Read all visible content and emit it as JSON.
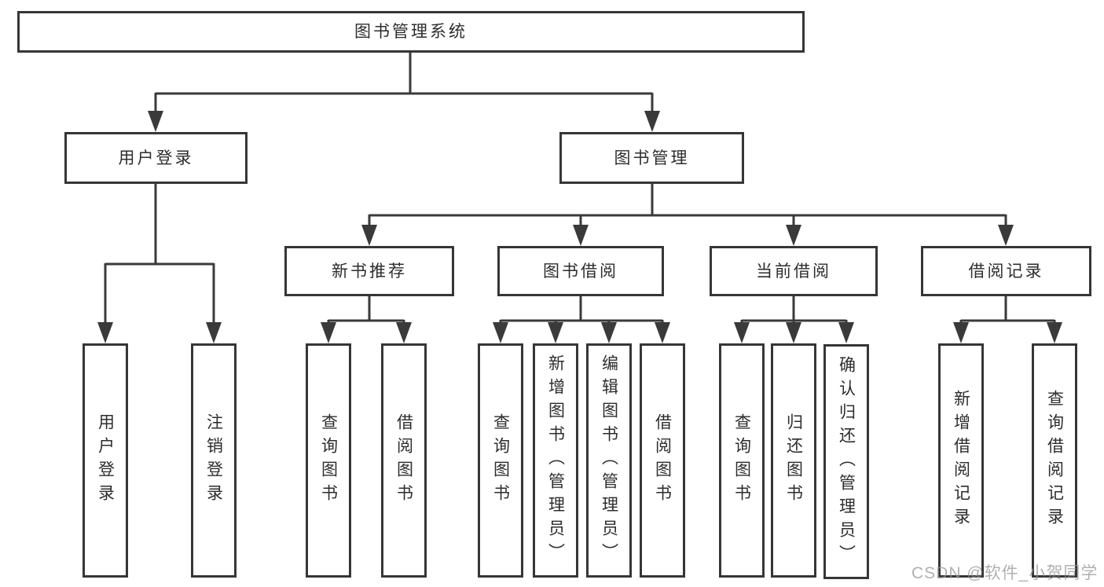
{
  "diagram": {
    "title": "图书管理系统",
    "watermark": "CSDN @软件_小贺同学",
    "colors": {
      "line": "#3a3a3a",
      "box_border": "#363636",
      "text": "#2d2d2d",
      "watermark": "#9a9a9a",
      "background": "#ffffff"
    },
    "nodes": {
      "root": {
        "label": "图书管理系统"
      },
      "user_login": {
        "label": "用户登录"
      },
      "book_mgmt": {
        "label": "图书管理"
      },
      "login": {
        "label": "用户登录"
      },
      "logout": {
        "label": "注销登录"
      },
      "new_book_rec": {
        "label": "新书推荐"
      },
      "book_borrow": {
        "label": "图书借阅"
      },
      "current_borrow": {
        "label": "当前借阅"
      },
      "borrow_records": {
        "label": "借阅记录"
      },
      "nbr_query": {
        "label": "查询图书"
      },
      "nbr_borrow": {
        "label": "借阅图书"
      },
      "bb_query": {
        "label": "查询图书"
      },
      "bb_add": {
        "label": "新增图书（管理员）"
      },
      "bb_edit": {
        "label": "编辑图书（管理员）"
      },
      "bb_borrow": {
        "label": "借阅图书"
      },
      "cb_query": {
        "label": "查询图书"
      },
      "cb_return": {
        "label": "归还图书"
      },
      "cb_confirm": {
        "label": "确认归还（管理员）"
      },
      "br_add": {
        "label": "新增借阅记录"
      },
      "br_query": {
        "label": "查询借阅记录"
      }
    }
  }
}
